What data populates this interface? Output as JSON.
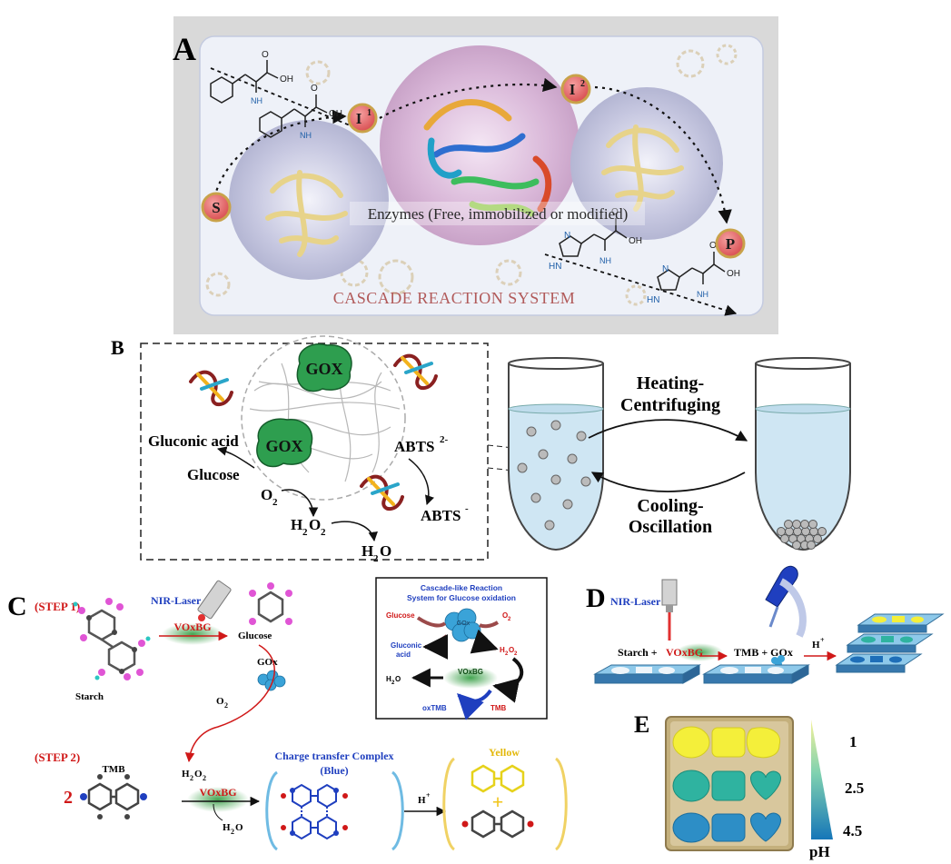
{
  "colors": {
    "panel_a_bg": "#d9d9d9",
    "panel_a_inner": "#eef1f8",
    "node_red": "#e8696b",
    "node_red_border": "#c9a24a",
    "gox_green": "#2e9e4f",
    "blue_text": "#1f3fbf",
    "red_text": "#d01818",
    "cascade_title": "#b15a5a",
    "yellow_text": "#e3b80b",
    "liquid": "#cfe6f3"
  },
  "panel_a": {
    "label": "A",
    "node_s": "S",
    "node_i1_base": "I",
    "node_i1_sup": "1",
    "node_i2_base": "I",
    "node_i2_sup": "2",
    "node_p": "P",
    "enzymes_text": "Enzymes (Free, immobilized or modified)",
    "title": "CASCADE REACTION SYSTEM",
    "chem_oh_1": "OH",
    "chem_o_1": "O",
    "chem_nh2_1": "NH",
    "chem_oh_2": "OH",
    "chem_o_2": "O",
    "chem_nh2_2": "NH",
    "chem_hn_1": "HN",
    "chem_n_1": "N",
    "chem_oh_3": "OH",
    "chem_o_3": "O",
    "chem_nh2_3": "NH",
    "chem_hn_2": "HN",
    "chem_n_2": "N",
    "chem_oh_4": "OH",
    "chem_o_4": "O",
    "chem_nh2_4": "NH",
    "sub_2": "2"
  },
  "panel_b": {
    "label": "B",
    "gox_1": "GOX",
    "gox_2": "GOX",
    "gluconic_acid": "Gluconic acid",
    "glucose": "Glucose",
    "o2": "O",
    "o2_sub": "2",
    "h2o2_h": "H",
    "h2o2_sub1": "2",
    "h2o2_o": "O",
    "h2o2_sub2": "2",
    "h2o_h": "H",
    "h2o_sub": "2",
    "h2o_o": "O",
    "abts_top": "ABTS",
    "abts_top_sup": "2-",
    "abts_bottom": "ABTS",
    "abts_bottom_sup": "-",
    "heating_1": "Heating-",
    "heating_2": "Centrifuging",
    "cooling_1": "Cooling-",
    "cooling_2": "Oscillation"
  },
  "panel_c": {
    "label": "C",
    "step1": "(STEP 1)",
    "step2": "(STEP 2)",
    "nir_laser": "NIR-Laser",
    "voxbg_1": "VOxBG",
    "voxbg_2": "VOxBG",
    "starch": "Starch",
    "glucose": "Glucose",
    "gox": "GOx",
    "o2": "O",
    "o2_sub": "2",
    "tmb": "TMB",
    "h2o2": "H",
    "h2o2_sub1": "2",
    "h2o2_o": "O",
    "h2o2_sub2": "2",
    "h2o": "H",
    "h2o_sub": "2",
    "h2o_o": "O",
    "coef_2": "2",
    "ct_title_1": "Charge transfer Complex",
    "ct_title_2": "(Blue)",
    "h_plus": "H",
    "h_plus_sup": "+",
    "yellow": "Yellow",
    "inset_title_1": "Cascade-like Reaction",
    "inset_title_2": "System for Glucose oxidation",
    "inset_glucose": "Glucose",
    "inset_gox": "GOx",
    "inset_o2": "O",
    "inset_o2_sub": "2",
    "inset_gluconic_1": "Gluconic",
    "inset_gluconic_2": "acid",
    "inset_h2o2": "H",
    "inset_h2o2_sub1": "2",
    "inset_h2o2_o": "O",
    "inset_h2o2_sub2": "2",
    "inset_voxbg": "VOxBG",
    "inset_h2o": "H",
    "inset_h2o_sub": "2",
    "inset_h2o_o": "O",
    "inset_oxtmb": "oxTMB",
    "inset_tmb": "TMB"
  },
  "panel_d": {
    "label": "D",
    "nir_laser": "NIR-Laser",
    "starch_plus": "Starch + ",
    "voxbg": "VOxBG",
    "tmb_gox": "TMB + GOx",
    "h_plus": "H",
    "h_plus_sup": "+"
  },
  "panel_e": {
    "label": "E",
    "ph_1": "1",
    "ph_2_5": "2.5",
    "ph_4_5": "4.5",
    "ph_label": "pH"
  }
}
